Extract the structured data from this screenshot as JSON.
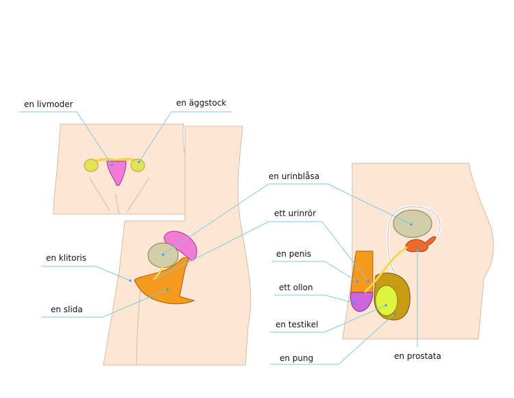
{
  "labels": {
    "uterus": "en livmoder",
    "ovary": "en äggstock",
    "bladder": "en urinblåsa",
    "urethra": "ett urinrör",
    "clitoris": "en klitoris",
    "vagina": "en slida",
    "penis": "en penis",
    "glans": "ett ollon",
    "testicle": "en testikel",
    "scrotum": "en pung",
    "prostate": "en prostata"
  },
  "colors": {
    "skin": "#fde6d3",
    "skin_outline": "#d9b9a2",
    "leader": "#7ec8e6",
    "dot": "#1e90ff",
    "uterus": "#f07cd6",
    "ovary": "#e3e35a",
    "tube": "#f5d54a",
    "bladder": "#d2cfa8",
    "vagina": "#f59a1c",
    "penis": "#f59a1c",
    "glans": "#cc66dd",
    "testicle": "#dff53d",
    "scrotum": "#c99a14",
    "prostate": "#f06a2c"
  }
}
